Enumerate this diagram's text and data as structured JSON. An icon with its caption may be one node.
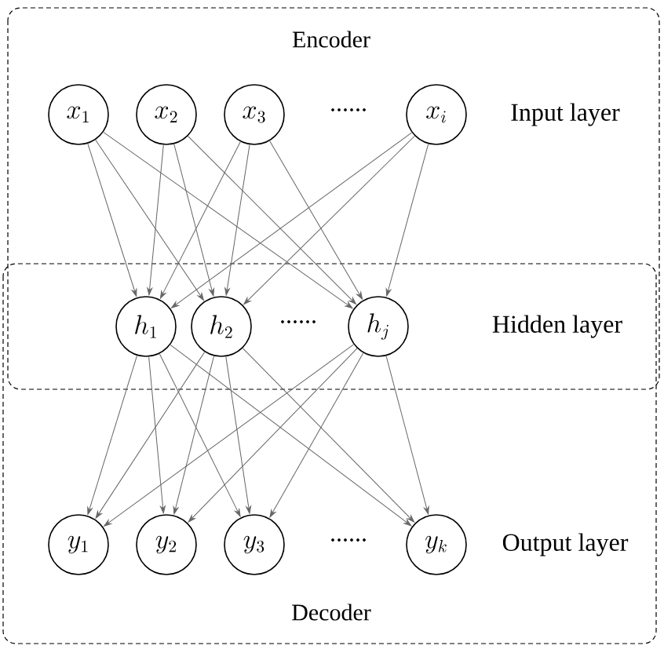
{
  "diagram": {
    "nodes": [
      {
        "text": [
          "Encoder"
        ]
      },
      {
        "text": [
          "Decoder"
        ]
      },
      {
        "text": [
          "x_{1}"
        ],
        "in": 0
      },
      {
        "text": [
          "x_{2}"
        ],
        "in": 0
      },
      {
        "text": [
          "x_{3}"
        ],
        "in": 0
      },
      {
        "text": [
          "x_{i}"
        ],
        "in": 0
      },
      {
        "text": [
          "h_{1}"
        ]
      },
      {
        "text": [
          "h_{2}"
        ]
      },
      {
        "text": [
          "h_{j}"
        ]
      },
      {
        "text": [
          "y_{1}"
        ],
        "in": 1
      },
      {
        "text": [
          "y_{2}"
        ],
        "in": 1
      },
      {
        "text": [
          "y_{3}"
        ],
        "in": 1
      },
      {
        "text": [
          "y_{k}"
        ],
        "in": 1
      }
    ],
    "edges": [
      {
        "from": 2,
        "to": 6,
        "arrow": "to"
      },
      {
        "from": 2,
        "to": 7,
        "arrow": "to"
      },
      {
        "from": 2,
        "to": 8,
        "arrow": "to"
      },
      {
        "from": 3,
        "to": 6,
        "arrow": "to"
      },
      {
        "from": 3,
        "to": 7,
        "arrow": "to"
      },
      {
        "from": 3,
        "to": 8,
        "arrow": "to"
      },
      {
        "from": 4,
        "to": 6,
        "arrow": "to"
      },
      {
        "from": 4,
        "to": 7,
        "arrow": "to"
      },
      {
        "from": 4,
        "to": 8,
        "arrow": "to"
      },
      {
        "from": 5,
        "to": 6,
        "arrow": "to"
      },
      {
        "from": 5,
        "to": 7,
        "arrow": "to"
      },
      {
        "from": 5,
        "to": 8,
        "arrow": "to"
      },
      {
        "from": 6,
        "to": 9,
        "arrow": "to"
      },
      {
        "from": 6,
        "to": 10,
        "arrow": "to"
      },
      {
        "from": 6,
        "to": 11,
        "arrow": "to"
      },
      {
        "from": 6,
        "to": 12,
        "arrow": "to"
      },
      {
        "from": 7,
        "to": 9,
        "arrow": "to"
      },
      {
        "from": 7,
        "to": 10,
        "arrow": "to"
      },
      {
        "from": 7,
        "to": 11,
        "arrow": "to"
      },
      {
        "from": 7,
        "to": 12,
        "arrow": "to"
      },
      {
        "from": 8,
        "to": 9,
        "arrow": "to"
      },
      {
        "from": 8,
        "to": 10,
        "arrow": "to"
      },
      {
        "from": 8,
        "to": 11,
        "arrow": "to"
      },
      {
        "from": 8,
        "to": 12,
        "arrow": "to"
      }
    ],
    "labels": [
      "......",
      "Input layer",
      "......",
      "Hidden layer",
      "......",
      "Output layer"
    ]
  }
}
